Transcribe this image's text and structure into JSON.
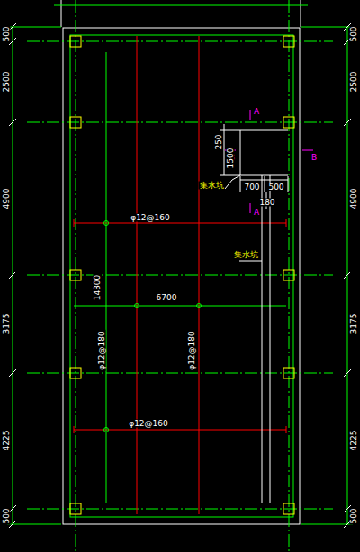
{
  "diagram": {
    "labels": [
      "500",
      "2500",
      "4900",
      "3175",
      "4225",
      "500",
      "500",
      "2500",
      "4900",
      "3175",
      "4225",
      "500",
      "A",
      "B",
      "B",
      "A",
      "250",
      "1500",
      "700",
      "500",
      "180",
      "集水坑",
      "集水坑",
      "φ12@160",
      "14300",
      "6700",
      "φ12@180",
      "φ12@180",
      "φ12@160"
    ]
  }
}
